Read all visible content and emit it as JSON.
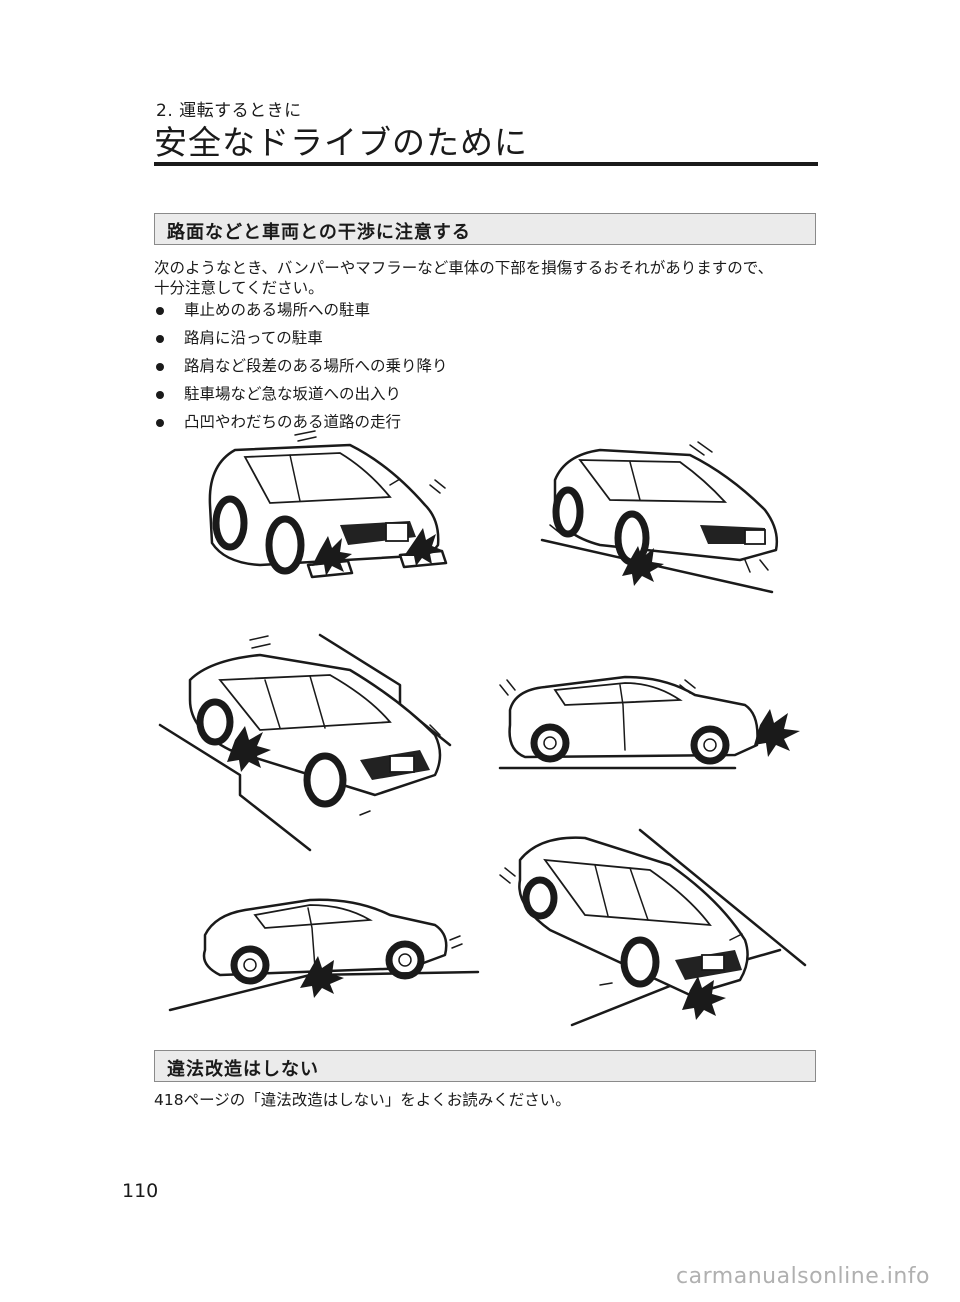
{
  "header": {
    "chapter": "2. 運転するときに",
    "title": "安全なドライブのために"
  },
  "section1": {
    "heading": "路面などと車両との干渉に注意する",
    "intro_line1": "次のようなとき、バンパーやマフラーなど車体の下部を損傷するおそれがありますので、",
    "intro_line2": "十分注意してください。",
    "bullets": [
      "車止めのある場所への駐車",
      "路肩に沿っての駐車",
      "路肩など段差のある場所への乗り降り",
      "駐車場など急な坂道への出入り",
      "凸凹やわだちのある道路の走行"
    ]
  },
  "section2": {
    "heading": "違法改造はしない",
    "text": "418ページの「違法改造はしない」をよくお読みください。"
  },
  "footer": {
    "page_number": "110",
    "watermark": "carmanualsonline.info"
  },
  "illustrations": [
    {
      "icon": "car-hitting-wheel-stops-icon"
    },
    {
      "icon": "car-front-scraping-slope-icon"
    },
    {
      "icon": "car-along-curb-icon"
    },
    {
      "icon": "car-side-bumper-impact-icon"
    },
    {
      "icon": "car-underbody-on-slope-icon"
    },
    {
      "icon": "car-down-steep-ramp-icon"
    }
  ]
}
